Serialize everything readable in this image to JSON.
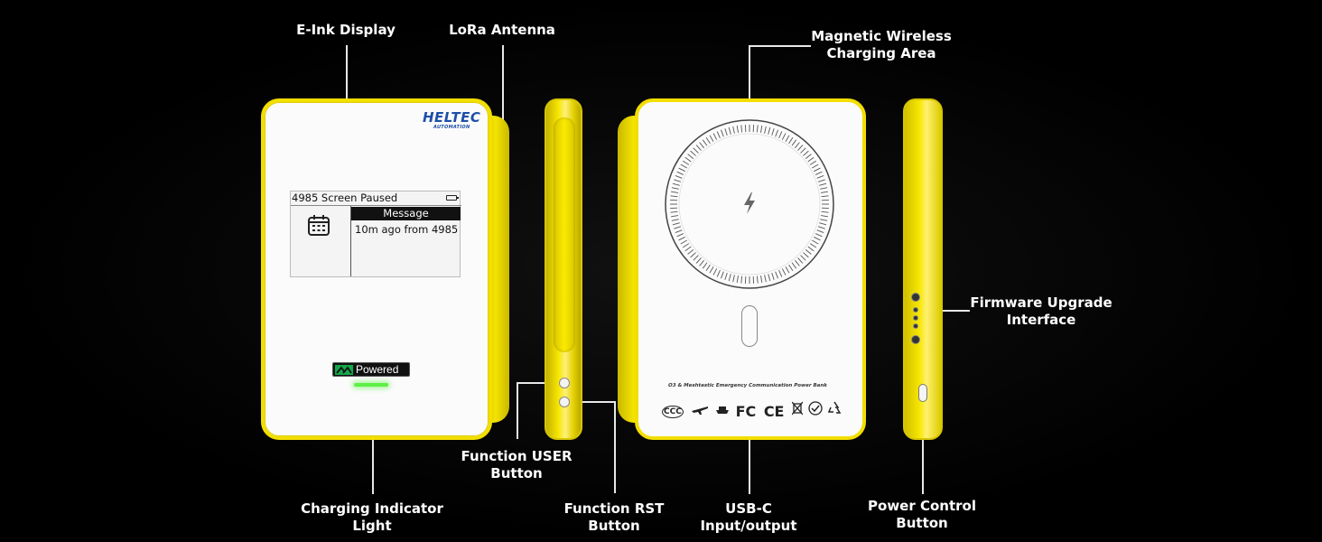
{
  "labels": {
    "eink_display": "E-Ink Display",
    "lora_antenna": "LoRa Antenna",
    "magnetic_line1": "Magnetic Wireless",
    "magnetic_line2": "Charging Area",
    "firmware_line1": "Firmware Upgrade",
    "firmware_line2": "Interface",
    "user_btn_line1": "Function USER",
    "user_btn_line2": "Button",
    "rst_btn_line1": "Function RST",
    "rst_btn_line2": "Button",
    "charging_line1": "Charging Indicator",
    "charging_line2": "Light",
    "usbc_line1": "USB-C",
    "usbc_line2": "Input/output",
    "power_line1": "Power Control",
    "power_line2": "Button"
  },
  "device": {
    "logo": "HELTEC",
    "logo_sub": "AUTOMATION",
    "screen_status": "4985 Screen Paused",
    "message_header": "Message",
    "message_text": "10m ago from 4985",
    "powered_label": "Powered",
    "back_text": "O3 & Meshtastic Emergency Communication Power Bank",
    "cert_marks": [
      "CCC",
      "FC",
      "CE"
    ]
  },
  "colors": {
    "device_yellow": "#f2de00",
    "body_white": "#fbfbfb",
    "indicator_green": "#5ef046",
    "background": "#000000"
  },
  "icons": [
    "calendar-icon",
    "lightning-icon",
    "recycle-icon",
    "airplane-icon",
    "ship-icon",
    "wheelie-bin-icon"
  ]
}
